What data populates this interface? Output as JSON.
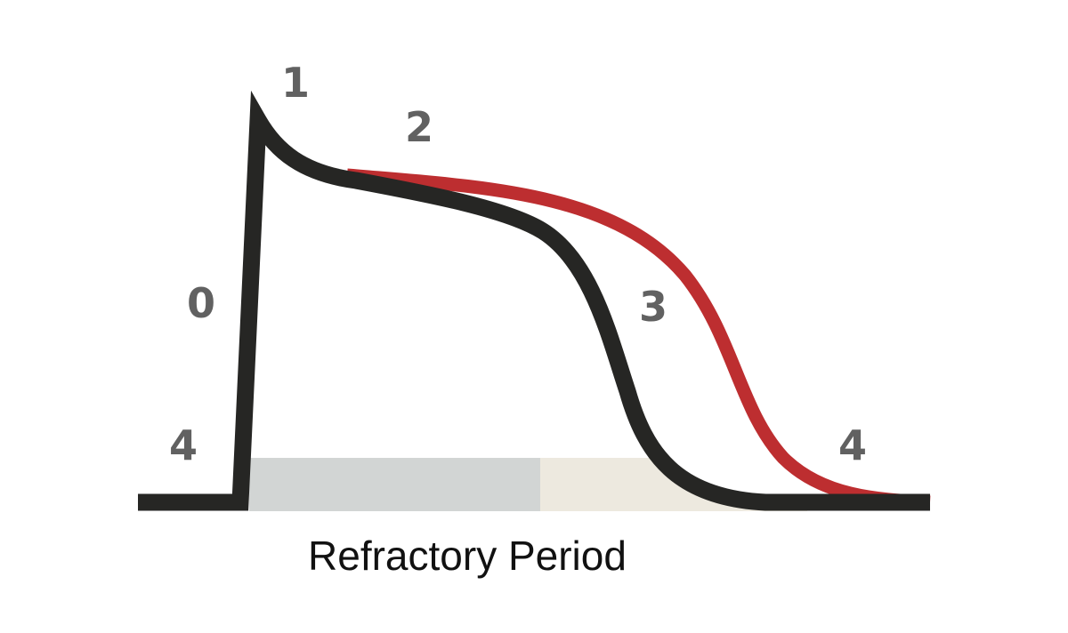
{
  "phases": {
    "p0": "0",
    "p1": "1",
    "p2": "2",
    "p3": "3",
    "p4_left": "4",
    "p4_right": "4"
  },
  "caption": "Refractory Period",
  "colors": {
    "baseline_curve": "#262624",
    "prolonged_curve": "#bd2e30",
    "absolute_refractory": "#d2d5d4",
    "relative_refractory": "#ede9df",
    "phase_label": "#616161"
  }
}
